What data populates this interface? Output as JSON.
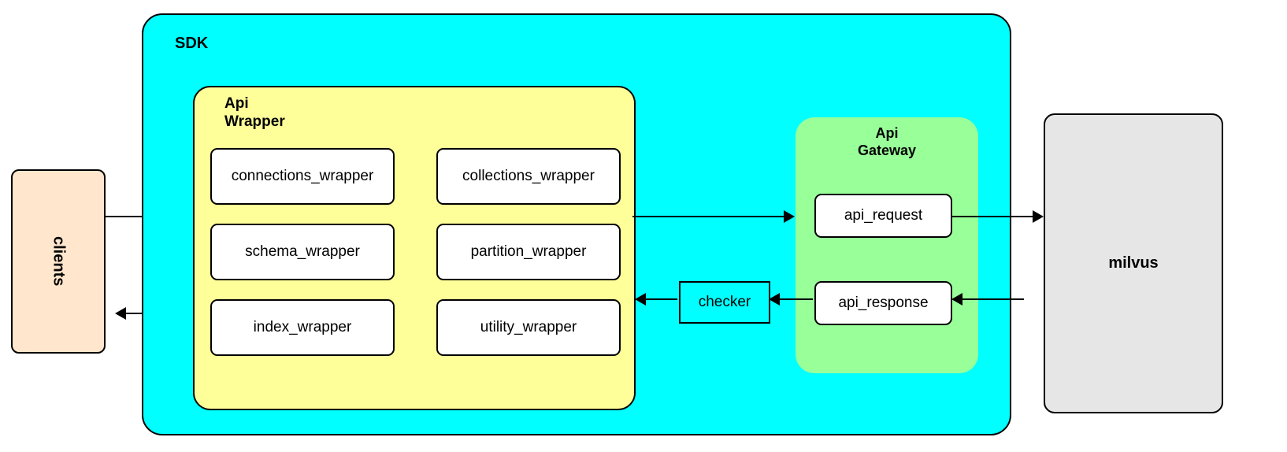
{
  "diagram": {
    "title_nodes": {
      "sdk": "SDK",
      "api_wrapper": "Api\nWrapper",
      "api_gateway": "Api\nGateway"
    },
    "clients": {
      "label": "clients"
    },
    "milvus": {
      "label": "milvus"
    },
    "checker": {
      "label": "checker"
    },
    "wrappers": [
      {
        "label": "connections_wrapper"
      },
      {
        "label": "collections_wrapper"
      },
      {
        "label": "schema_wrapper"
      },
      {
        "label": "partition_wrapper"
      },
      {
        "label": "index_wrapper"
      },
      {
        "label": "utility_wrapper"
      }
    ],
    "gateway_nodes": [
      {
        "label": "api_request"
      },
      {
        "label": "api_response"
      }
    ],
    "colors": {
      "sdk_fill": "#00ffff",
      "api_wrapper_fill": "#ffff99",
      "api_gateway_fill": "#99ff99",
      "clients_fill": "#ffe6cc",
      "milvus_fill": "#e6e6e6",
      "node_fill": "#ffffff",
      "stroke": "#000000",
      "background": "#ffffff"
    }
  }
}
